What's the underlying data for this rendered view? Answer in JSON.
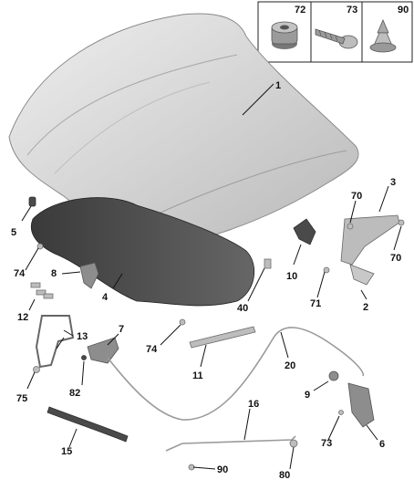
{
  "diagram": {
    "inset_labels": [
      "72",
      "73",
      "90"
    ],
    "callouts": [
      "1",
      "2",
      "3",
      "4",
      "5",
      "6",
      "7",
      "8",
      "9",
      "10",
      "11",
      "12",
      "13",
      "15",
      "16",
      "20",
      "40",
      "70",
      "70",
      "71",
      "73",
      "74",
      "74",
      "75",
      "80",
      "82",
      "90"
    ]
  }
}
